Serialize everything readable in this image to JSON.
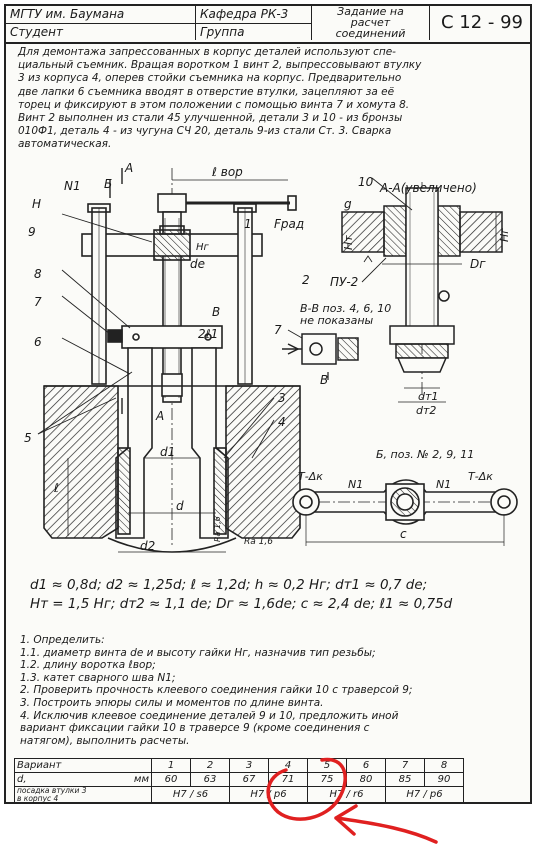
{
  "header": {
    "university": "МГТУ им. Баумана",
    "department": "Кафедра РК-3",
    "task_line1": "Задание на",
    "task_line2": "расчет",
    "task_line3": "соединений",
    "code": "С 12 - 99",
    "student_label": "Студент",
    "group_label": "Группа"
  },
  "intro": {
    "lines": [
      "Для демонтажа запрессованных в корпус деталей используют спе-",
      "циальный съемник. Вращая воротком 1 винт 2, выпрессовывают втулку",
      "3 из корпуса 4, оперев стойки съемника на корпус. Предварительно",
      "две лапки 6 съемника вводят в отверстие втулки, зацепляют за её",
      "торец и фиксируют в этом положении с помощью винта 7 и хомута 8.",
      "Винт 2 выполнен из стали 45 улучшенной, детали 3 и 10 - из бронзы",
      "010Ф1, деталь 4 - из чугуна СЧ 20, деталь 9-из стали Ст. 3. Сварка",
      "автоматическая."
    ]
  },
  "drawing_labels": {
    "a_top": "А",
    "b_top": "Б",
    "l_vor": "ℓ вор",
    "n1": "N1",
    "n_h": "Н",
    "l9": "9",
    "l8": "8",
    "l7": "7",
    "l6": "6",
    "l5": "5",
    "l1": "1",
    "l2": "2",
    "l3": "3",
    "l4": "4",
    "l10": "10",
    "f_rad": "Fрад",
    "d_e": "dе",
    "hr": "Hг",
    "b_side": "В",
    "b_side2": "В",
    "two_l1": "2ℓ1",
    "a_bottom": "А",
    "d1": "d1",
    "d": "d",
    "d2": "d2",
    "l_left": "ℓ",
    "ra": "Ra 1,6",
    "ra_vert": "Ra 1,6",
    "view_aa": "А-А(увеличено)",
    "g_label": "g",
    "ht": "Hт",
    "dr": "Dг",
    "pu2": "ПУ-2",
    "view_bb1": "В-В поз. 4, 6, 10",
    "view_bb2": "не показаны",
    "l7b": "7",
    "b_arrow": "В",
    "dt1": "dт1",
    "dt2": "dт2",
    "view_b": "Б, поз. № 2, 9, 11",
    "t_dk_left": "Т-Δк",
    "t_dk_right": "Т-Δк",
    "n1_left": "N1",
    "n1_right": "N1",
    "c_label": "с"
  },
  "formulas": {
    "line1": "d1 ≈ 0,8d;   d2 ≈ 1,25d;   ℓ ≈ 1,2d;   h ≈ 0,2 Hг;   dт1 ≈ 0,7 dе;",
    "line2": "Hт = 1,5 Hг;  dт2 ≈ 1,1 dе;   Dг ≈ 1,6dе;   c ≈ 2,4 dе;   ℓ1 ≈ 0,75d"
  },
  "tasks": {
    "lines": [
      "1. Определить:",
      "1.1. диаметр винта dе и высоту гайки Hг, назначив тип резьбы;",
      "1.2. длину воротка ℓвор;",
      "1.3. катет сварного шва N1;",
      "2. Проверить прочность клеевого соединения гайки 10 с траверсой 9;",
      "3. Построить эпюры силы и моментов по длине винта.",
      "4. Исключив клеевое соединение деталей 9 и 10, предложить иной",
      "вариант фиксации гайки 10 в траверсе 9 (кроме соединения с",
      "натягом), выполнить расчеты."
    ]
  },
  "variants": {
    "row_variant": "Вариант",
    "row_d": "d,",
    "row_d_unit": "мм",
    "row_fit1": "посадка втулки 3",
    "row_fit2": "в корпус 4",
    "numbers": [
      "1",
      "2",
      "3",
      "4",
      "5",
      "6",
      "7",
      "8"
    ],
    "d_values": [
      "60",
      "63",
      "67",
      "71",
      "75",
      "80",
      "85",
      "90"
    ],
    "fits": [
      "H7 / s6",
      "H7 / p6",
      "H7 / r6",
      "H7 / p6"
    ]
  },
  "annotation_color": "#e02020"
}
